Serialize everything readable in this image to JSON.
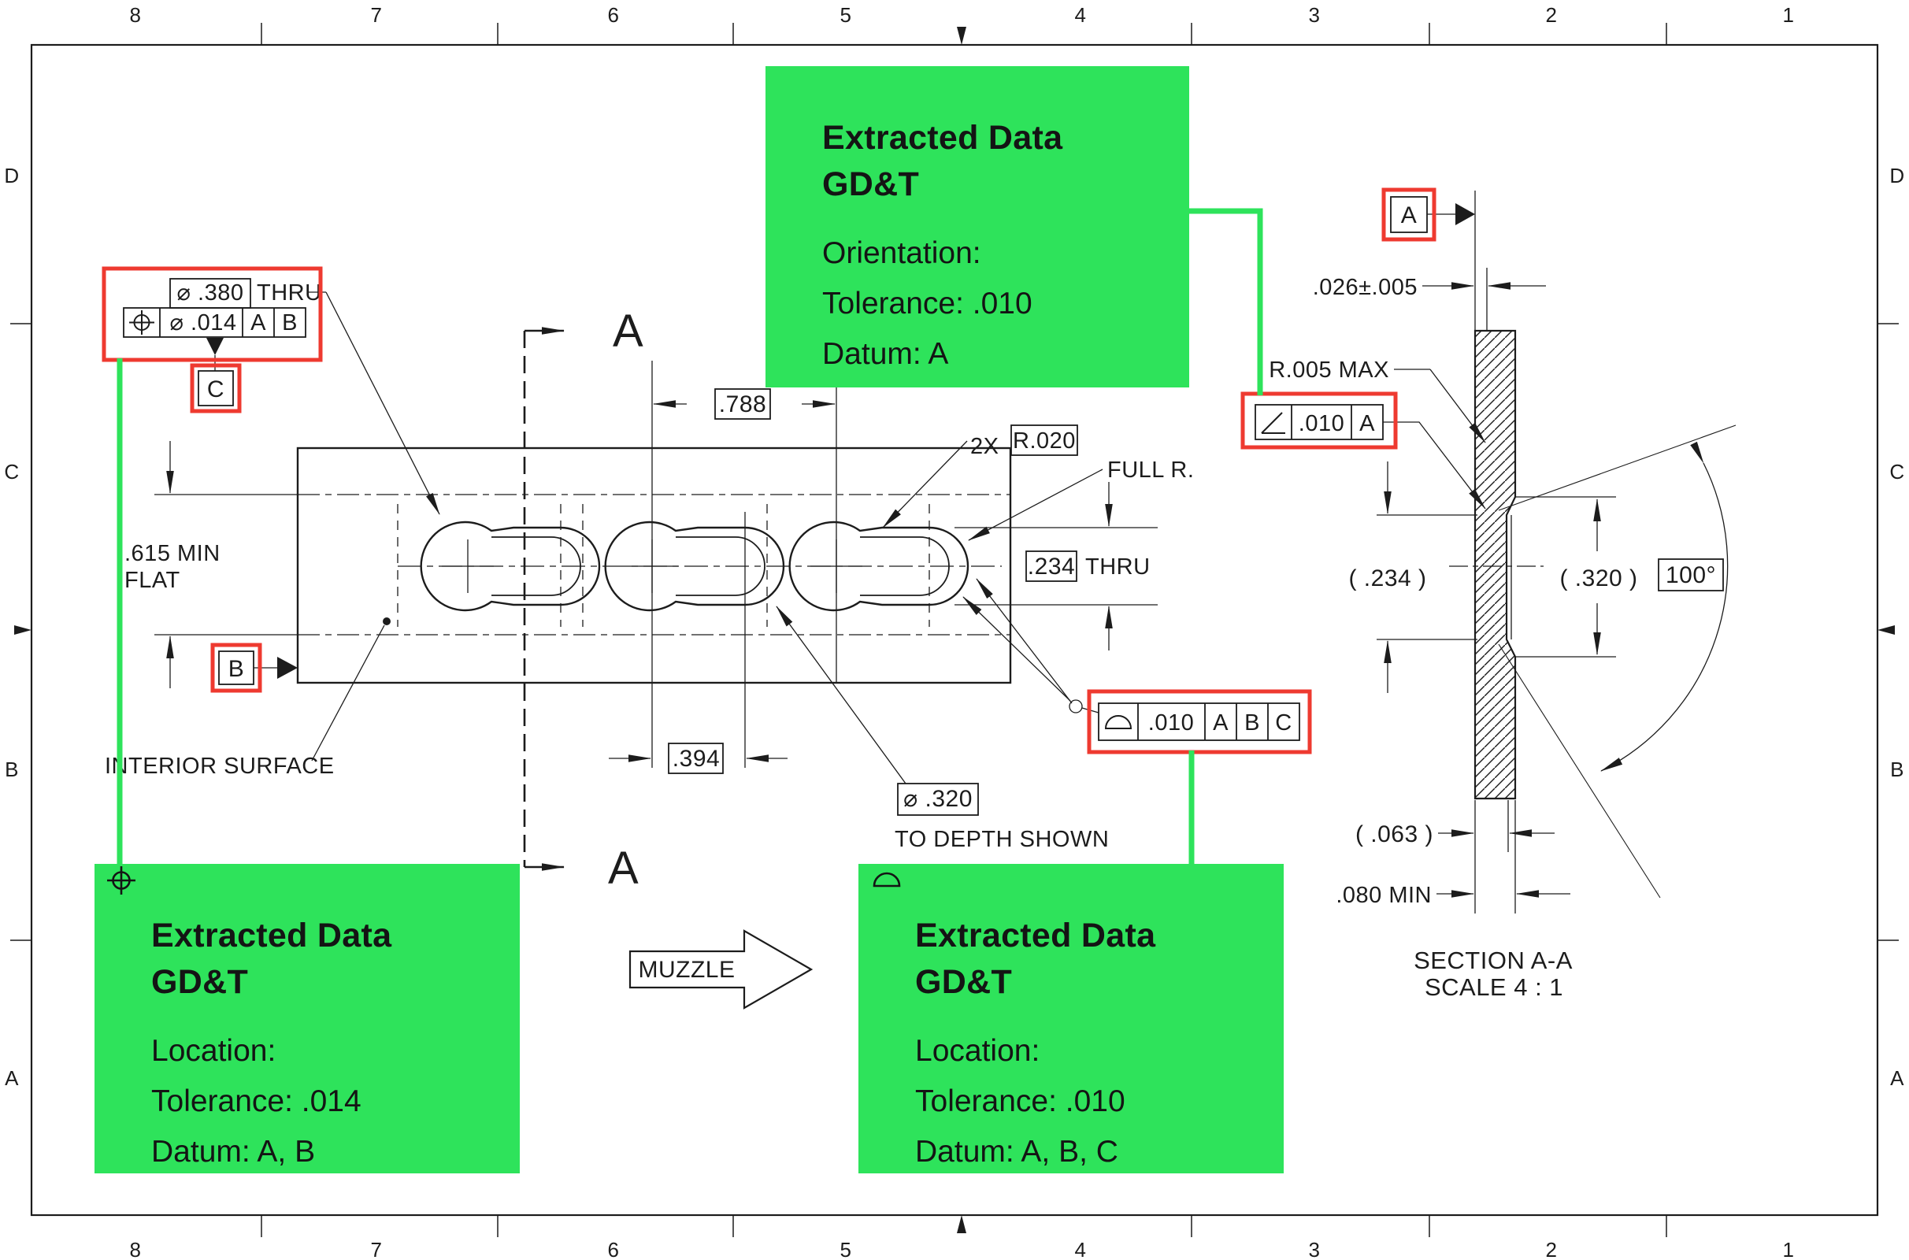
{
  "colors": {
    "highlight_green": "#2ee35b",
    "highlight_red": "#ee3a30",
    "ink": "#1c1c1c"
  },
  "border": {
    "zones": [
      "8",
      "7",
      "6",
      "5",
      "4",
      "3",
      "2",
      "1"
    ],
    "rows": [
      "D",
      "C",
      "B",
      "A"
    ]
  },
  "view_main": {
    "hole_dia": "⌀ .380",
    "hole_thru": "THRU",
    "fcf_position": {
      "symbol": "position",
      "value": "⌀ .014",
      "datum1": "A",
      "datum2": "B"
    },
    "datum_c": "C",
    "datum_b": "B",
    "min_flat_line1": ".615 MIN",
    "min_flat_line2": "FLAT",
    "interior_surface": "INTERIOR SURFACE",
    "dim_788": ".788",
    "dim_394": ".394",
    "count_2x": "2X",
    "radius_020": "R.020",
    "full_r": "FULL R.",
    "dim_234": ".234",
    "dim_234_suffix": "THRU",
    "cb_dia": "⌀ .320",
    "cb_note": "TO DEPTH SHOWN",
    "muzzle": "MUZZLE",
    "section_letter": "A",
    "fcf_profile": {
      "symbol": "profile",
      "value": ".010",
      "datum1": "A",
      "datum2": "B",
      "datum3": "C"
    }
  },
  "view_section": {
    "datum_a": "A",
    "dim_026": ".026±.005",
    "r_005": "R.005 MAX",
    "fcf_orientation": {
      "symbol": "angularity",
      "value": ".010",
      "datum1": "A"
    },
    "dim_234_ref": "( .234 )",
    "dim_320_ref": "( .320 )",
    "angle_100": "100°",
    "dim_063_ref": "( .063 )",
    "dim_080": ".080 MIN",
    "title": "SECTION A-A",
    "scale": "SCALE 4 : 1"
  },
  "panels": {
    "top": {
      "title1": "Extracted Data",
      "title2": "GD&T",
      "line1_label": "Orientation:",
      "line2": "Tolerance: .010",
      "line3": "Datum: A"
    },
    "bottom_left": {
      "title1": "Extracted Data",
      "title2": "GD&T",
      "line1_label": "Location:",
      "line1_symbol": "position",
      "line2": "Tolerance: .014",
      "line3": "Datum: A, B"
    },
    "bottom_right": {
      "title1": "Extracted Data",
      "title2": "GD&T",
      "line1_label": "Location:",
      "line1_symbol": "profile",
      "line2": "Tolerance: .010",
      "line3": "Datum: A, B, C"
    }
  }
}
